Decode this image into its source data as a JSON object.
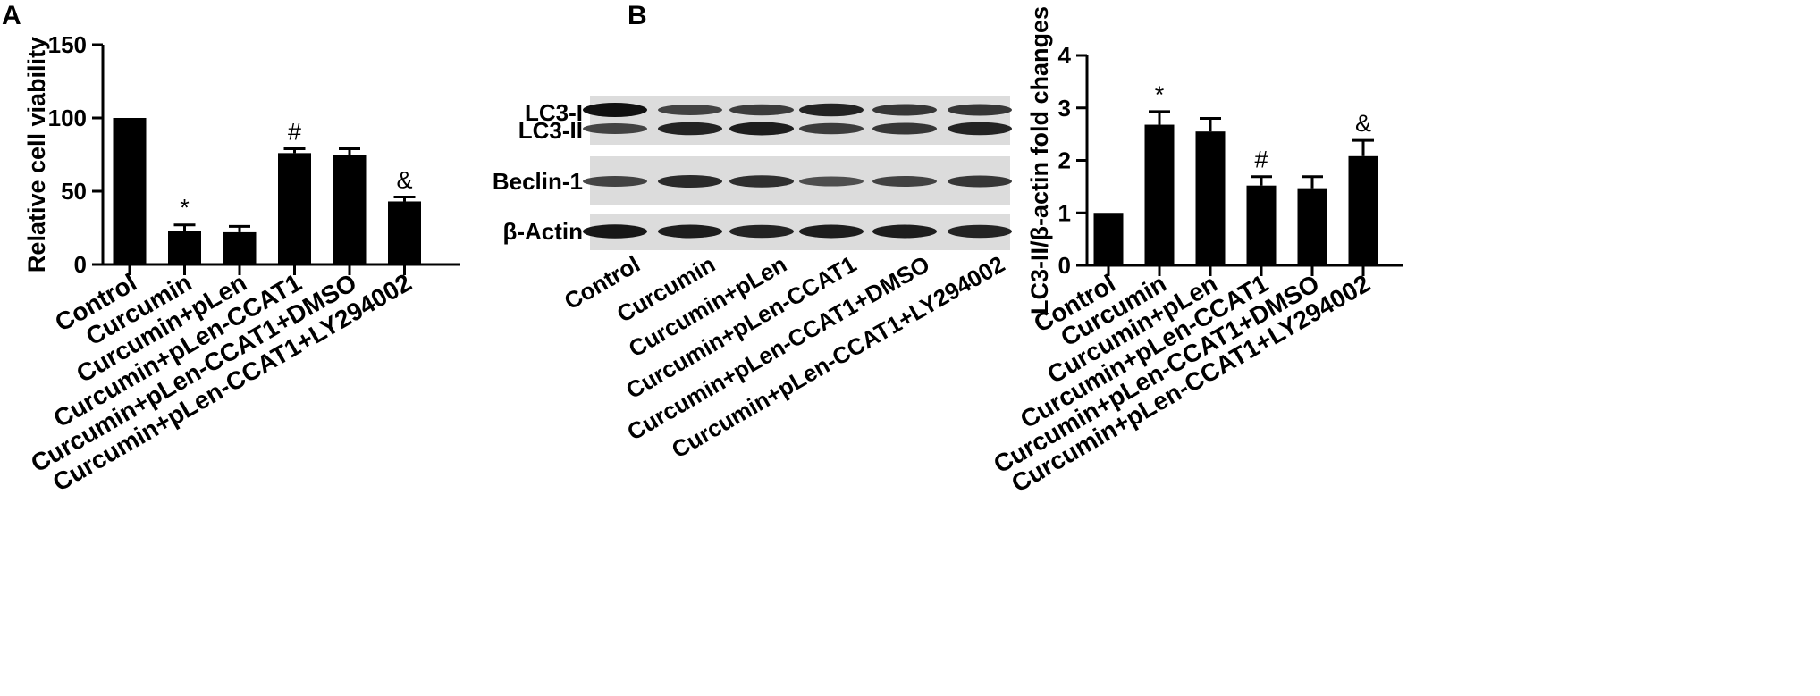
{
  "colors": {
    "bar": "#000000",
    "blot_bg": "#dcdcdc",
    "band": "#111111"
  },
  "panels": {
    "a": "A",
    "b": "B"
  },
  "chart_data": [
    {
      "type": "bar",
      "title": "",
      "xlabel": "",
      "ylabel": "Relative cell viability",
      "ylim": [
        0,
        150
      ],
      "yticks": [
        0,
        50,
        100,
        150
      ],
      "grid": false,
      "categories": [
        "Control",
        "Curcumin",
        "Curcumin+pLen",
        "Curcumin+pLen-CCAT1",
        "Curcumin+pLen-CCAT1+DMSO",
        "Curcumin+pLen-CCAT1+LY294002"
      ],
      "values": [
        100,
        23,
        22,
        76,
        75,
        43
      ],
      "errors": [
        0,
        4,
        4,
        3,
        4,
        3
      ],
      "annotations": [
        "",
        "*",
        "",
        "#",
        "",
        "&"
      ]
    },
    {
      "type": "bar",
      "title": "",
      "xlabel": "",
      "ylabel": "LC3-II/β-actin fold changes",
      "ylim": [
        0,
        4
      ],
      "yticks": [
        0,
        1,
        2,
        3,
        4
      ],
      "grid": false,
      "categories": [
        "Control",
        "Curcumin",
        "Curcumin+pLen",
        "Curcumin+pLen-CCAT1",
        "Curcumin+pLen-CCAT1+DMSO",
        "Curcumin+pLen-CCAT1+LY294002"
      ],
      "values": [
        1.0,
        2.68,
        2.55,
        1.52,
        1.47,
        2.08
      ],
      "errors": [
        0,
        0.25,
        0.25,
        0.17,
        0.22,
        0.3
      ],
      "annotations": [
        "",
        "*",
        "",
        "#",
        "",
        "&"
      ]
    }
  ],
  "western_blot": {
    "rows": [
      "LC3-I",
      "LC3-II",
      "Beclin-1",
      "β-Actin"
    ],
    "lanes": [
      "Control",
      "Curcumin",
      "Curcumin+pLen",
      "Curcumin+pLen-CCAT1",
      "Curcumin+pLen-CCAT1+DMSO",
      "Curcumin+pLen-CCAT1+LY294002"
    ],
    "band_intensity": {
      "LC3-I": [
        1.0,
        0.6,
        0.65,
        0.85,
        0.7,
        0.7
      ],
      "LC3-II": [
        0.6,
        0.85,
        0.9,
        0.65,
        0.7,
        0.85
      ],
      "Beclin-1": [
        0.6,
        0.8,
        0.75,
        0.5,
        0.6,
        0.7
      ],
      "β-Actin": [
        0.95,
        0.9,
        0.85,
        0.9,
        0.9,
        0.85
      ]
    }
  }
}
